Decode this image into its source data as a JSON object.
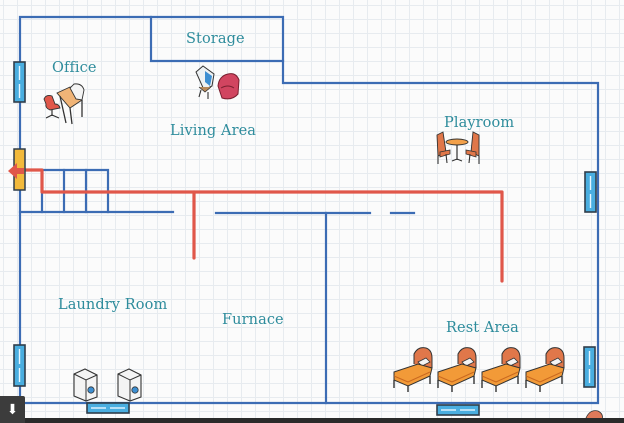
{
  "diagram": {
    "title": "",
    "type": "floor-plan",
    "rooms": [
      {
        "id": "office",
        "label": "Office"
      },
      {
        "id": "storage",
        "label": "Storage"
      },
      {
        "id": "living-area",
        "label": "Living Area"
      },
      {
        "id": "playroom",
        "label": "Playroom"
      },
      {
        "id": "laundry-room",
        "label": "Laundry Room"
      },
      {
        "id": "furnace",
        "label": "Furnace"
      },
      {
        "id": "rest-area",
        "label": "Rest Area"
      }
    ],
    "furniture": [
      {
        "room": "office",
        "items": [
          "office-chair",
          "desk-with-computer"
        ]
      },
      {
        "room": "living-area",
        "items": [
          "television",
          "armchair"
        ]
      },
      {
        "room": "playroom",
        "items": [
          "chair",
          "round-table",
          "chair"
        ]
      },
      {
        "room": "laundry-room",
        "items": [
          "washing-machine",
          "dryer"
        ]
      },
      {
        "room": "rest-area",
        "items": [
          "bed",
          "bed",
          "bed",
          "bed"
        ]
      }
    ],
    "windows_count": 6,
    "exit_door_count": 1,
    "evacuation_route": "Red line leading from rest area and furnace/laundry corridor to exit door on left wall near stairs",
    "colors": {
      "wall": "#3c6cb4",
      "route": "#e0574a",
      "label": "#2e8c9c",
      "window_fill": "#4aaee0",
      "window_frame": "#2f3d4a",
      "door_fill": "#f2b93b",
      "grid": "#e7ebef"
    }
  },
  "ui": {
    "download_icon": "⬇"
  }
}
